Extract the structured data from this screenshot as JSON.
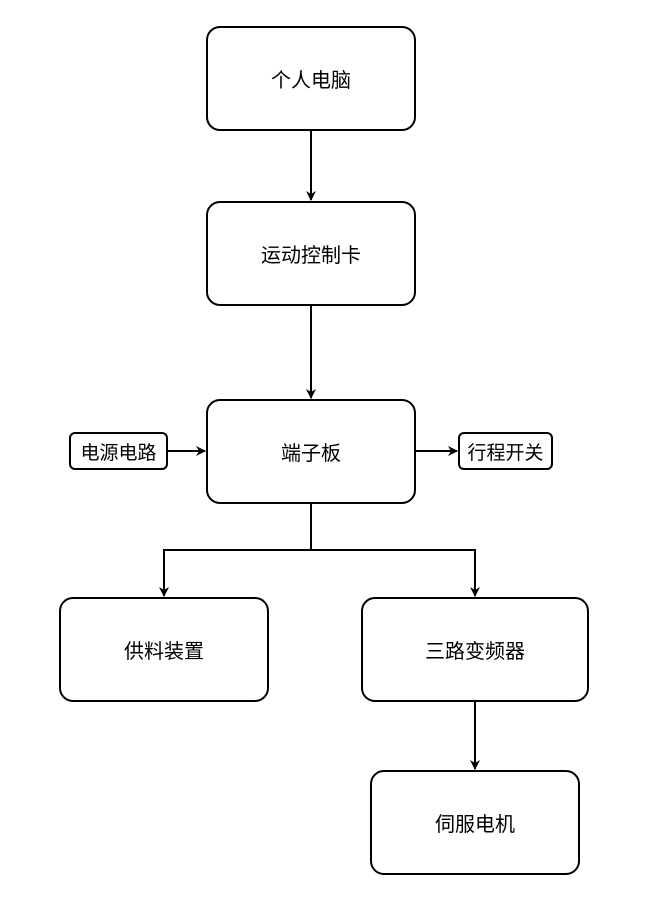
{
  "diagram": {
    "nodes": {
      "pc": "个人电脑",
      "motion_card": "运动控制卡",
      "terminal_board": "端子板",
      "power_circuit": "电源电路",
      "limit_switch": "行程开关",
      "feeder": "供料装置",
      "inverter": "三路变频器",
      "servo_motor": "伺服电机"
    },
    "edges": [
      {
        "from": "pc",
        "to": "motion_card"
      },
      {
        "from": "motion_card",
        "to": "terminal_board"
      },
      {
        "from": "power_circuit",
        "to": "terminal_board"
      },
      {
        "from": "terminal_board",
        "to": "limit_switch"
      },
      {
        "from": "terminal_board",
        "to": "feeder"
      },
      {
        "from": "terminal_board",
        "to": "inverter"
      },
      {
        "from": "inverter",
        "to": "servo_motor"
      }
    ],
    "colors": {
      "stroke": "#000000",
      "fill": "#ffffff",
      "text": "#000000"
    }
  }
}
